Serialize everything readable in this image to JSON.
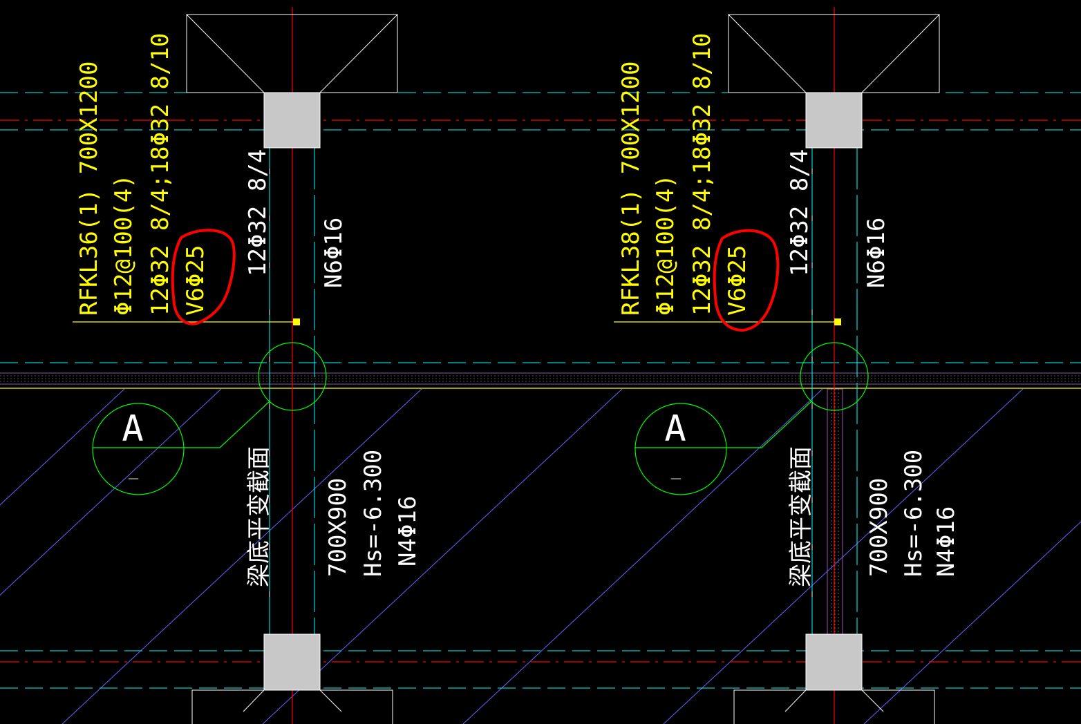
{
  "colors": {
    "background": "#000000",
    "axis_red": "#ff0000",
    "cyan": "#00ffff",
    "yellow": "#ffff00",
    "white": "#ffffff",
    "green": "#00ff00",
    "column_fill": "#c8c8c8",
    "markup_red": "#ff0000",
    "hatch_blue": "#6464ff"
  },
  "beams": [
    {
      "mark": "RFKL36(1) 700X1200",
      "stirrups": "Φ12@100(4)",
      "bottom_bars": "12Φ32 8/4;18Φ32 8/10",
      "side_bars": "V6Φ25",
      "top_bars": "12Φ32 8/4",
      "waist_bars": "N6Φ16",
      "section_symbol": "A",
      "section_sub": "_",
      "note": "梁底平变截面",
      "lower_size": "700X900",
      "lower_elevation": "Hs=-6.300",
      "lower_waist_bars": "N4Φ16"
    },
    {
      "mark": "RFKL38(1) 700X1200",
      "stirrups": "Φ12@100(4)",
      "bottom_bars": "12Φ32 8/4;18Φ32 8/10",
      "side_bars": "V6Φ25",
      "top_bars": "12Φ32 8/4",
      "waist_bars": "N6Φ16",
      "section_symbol": "A",
      "section_sub": "_",
      "note": "梁底平变截面",
      "lower_size": "700X900",
      "lower_elevation": "Hs=-6.300",
      "lower_waist_bars": "N4Φ16"
    }
  ]
}
